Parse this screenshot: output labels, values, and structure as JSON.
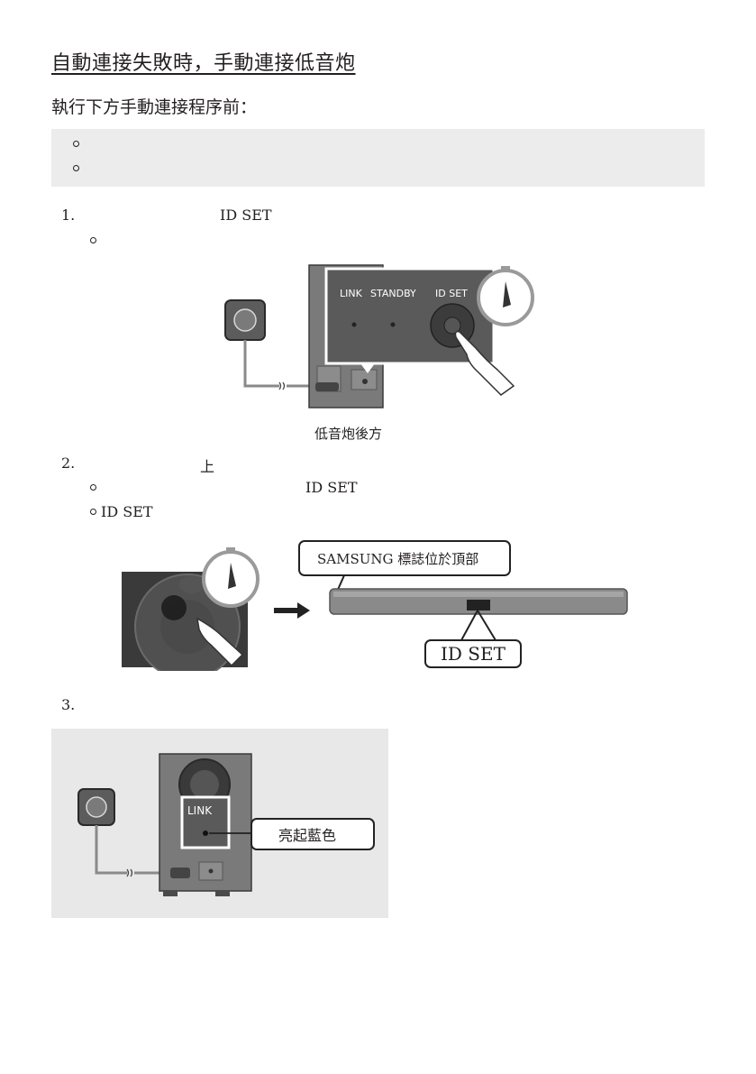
{
  "header": {
    "title": "自動連接失敗時，手動連接低音炮",
    "subtitle": "執行下方手動連接程序前："
  },
  "steps": [
    {
      "number": "1.",
      "inline_label": "ID SET",
      "figure_panel_labels": [
        "LINK",
        "STANDBY",
        "ID SET"
      ],
      "caption": "低音炮後方"
    },
    {
      "number": "2.",
      "inline_char": "上",
      "sub_label_1": "ID SET",
      "sub_label_2": "ID SET",
      "callout_top": "SAMSUNG 標誌位於頂部",
      "callout_bottom": "ID SET"
    },
    {
      "number": "3.",
      "panel_label": "LINK",
      "callout": "亮起藍色"
    }
  ],
  "colors": {
    "note_bg": "#ececec",
    "figure_bg": "#e8e8e8",
    "dark_gray": "#5a5a5a",
    "mid_gray": "#8a8a8a"
  }
}
